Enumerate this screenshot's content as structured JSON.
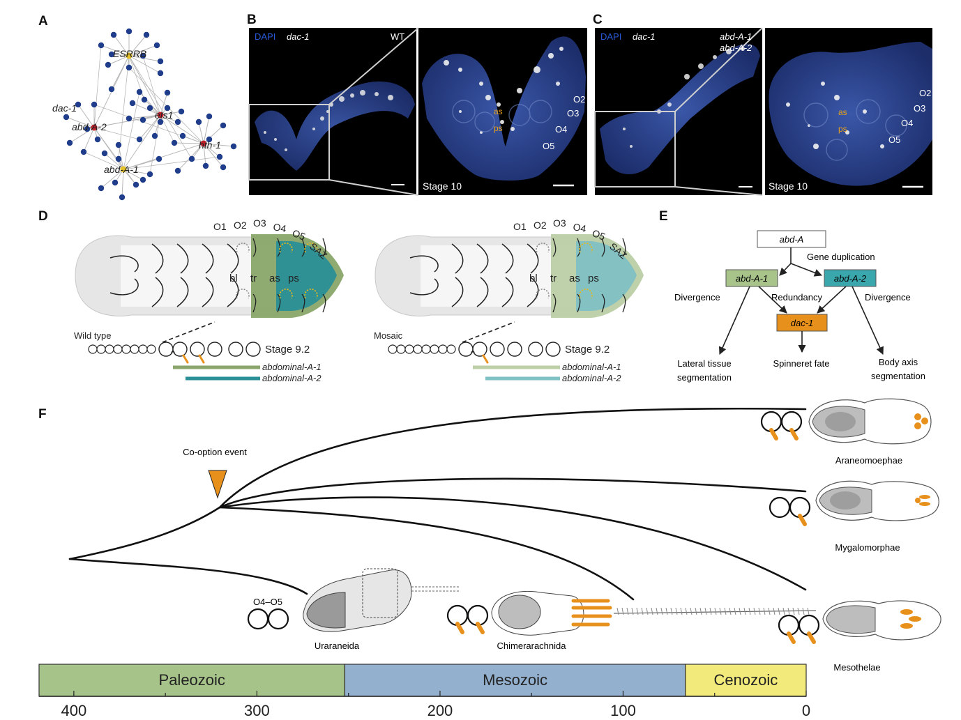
{
  "panels": {
    "a": "A",
    "b": "B",
    "c": "C",
    "d": "D",
    "e": "E",
    "f": "F"
  },
  "network": {
    "esrrb": "ESRRB",
    "dac1": "dac-1",
    "abda2": "abd-A-2",
    "ets1": "ets1",
    "hth1": "hth-1",
    "abda1": "abd-A-1",
    "node_color": "#1f3d8a",
    "edge_color": "#b8b8b8",
    "hub_red": "#c0202a",
    "hub_yellow": "#e6c229"
  },
  "micro_b": {
    "dapi": "DAPI",
    "dac": "dac-1",
    "genotype": "WT",
    "stage": "Stage 10",
    "as": "as",
    "ps": "ps",
    "o2": "O2",
    "o3": "O3",
    "o4": "O4",
    "o5": "O5"
  },
  "micro_c": {
    "dapi": "DAPI",
    "dac": "dac-1",
    "genotype1": "abd-A-1",
    "genotype2": "abd-A-2",
    "stage": "Stage 10",
    "as": "as",
    "ps": "ps",
    "o2": "O2",
    "o3": "O3",
    "o4": "O4",
    "o5": "O5"
  },
  "panel_d": {
    "o1": "O1",
    "o2": "O2",
    "o3": "O3",
    "o4": "O4",
    "o5": "O5",
    "saz": "SAZ",
    "bl": "bl",
    "tr": "tr",
    "as": "as",
    "ps": "ps",
    "wild": "Wild type",
    "mosaic": "Mosaic",
    "stage": "Stage 9.2",
    "abd1": "abdominal-A-1",
    "abd2": "abdominal-A-2",
    "green": "#8aa66a",
    "teal": "#2a8f96",
    "green_light": "#bccfa6",
    "teal_light": "#7fc0c4"
  },
  "panel_e": {
    "abda": "abd-A",
    "dup": "Gene duplication",
    "abda1": "abd-A-1",
    "abda2": "abd-A-2",
    "div_left": "Divergence",
    "div_right": "Divergence",
    "redundancy": "Redundancy",
    "dac1": "dac-1",
    "lateral1": "Lateral tissue",
    "lateral2": "segmentation",
    "spinneret": "Spinneret fate",
    "body1": "Body axis",
    "body2": "segmentation",
    "box_green": "#a8c48a",
    "box_teal": "#3aa7ad",
    "box_orange": "#e8901c"
  },
  "panel_f": {
    "cooption": "Co-option event",
    "araneo": "Araneomoephae",
    "mygalo": "Mygalomorphae",
    "mesoth": "Mesothelae",
    "urara": "Uraraneida",
    "chimera": "Chimerarachnida",
    "o4o5": "O4–O5",
    "orange": "#e8901c"
  },
  "timeline": {
    "eras": [
      {
        "name": "Paleozoic",
        "start": 419,
        "end": 252,
        "color": "#a6c48a"
      },
      {
        "name": "Mesozoic",
        "start": 252,
        "end": 66,
        "color": "#93b0cf"
      },
      {
        "name": "Cenozoic",
        "start": 66,
        "end": 0,
        "color": "#f2ea7a"
      }
    ],
    "ticks": [
      400,
      300,
      200,
      100,
      0
    ]
  }
}
